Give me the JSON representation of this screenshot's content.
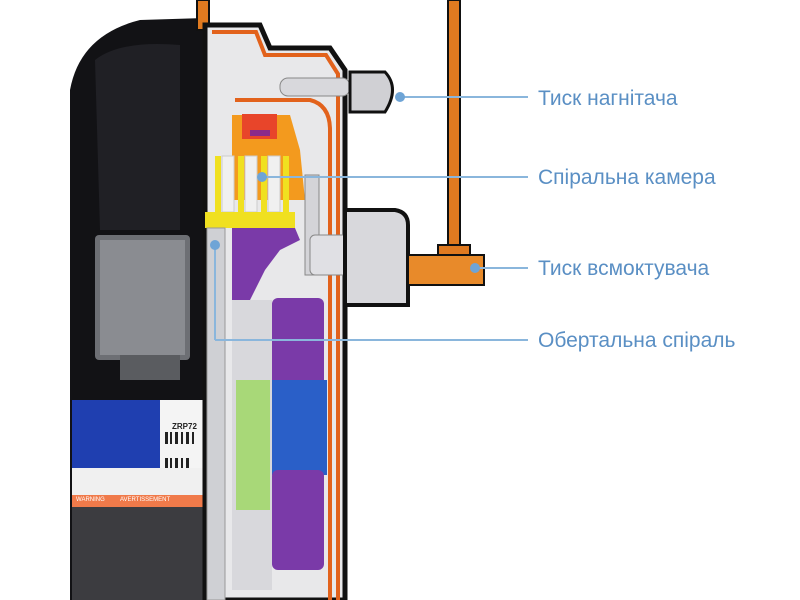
{
  "labels": {
    "discharge": "Тиск нагнітача",
    "scroll_chamber": "Спіральна камера",
    "suction": "Тиск всмоктувача",
    "orbiting_scroll": "Обертальна спіраль"
  },
  "nameplate": {
    "model": "ZRP72",
    "warning_en": "WARNING",
    "warning_fr": "AVERTISSEMENT"
  },
  "colors": {
    "label": "#5a8fc4",
    "copper": "#e07a20",
    "shell": "#151518",
    "yellow": "#f0e020",
    "orange": "#f39a1e",
    "purple": "#7a3aa8",
    "blue": "#2a5fc8",
    "green": "#a8d878"
  }
}
